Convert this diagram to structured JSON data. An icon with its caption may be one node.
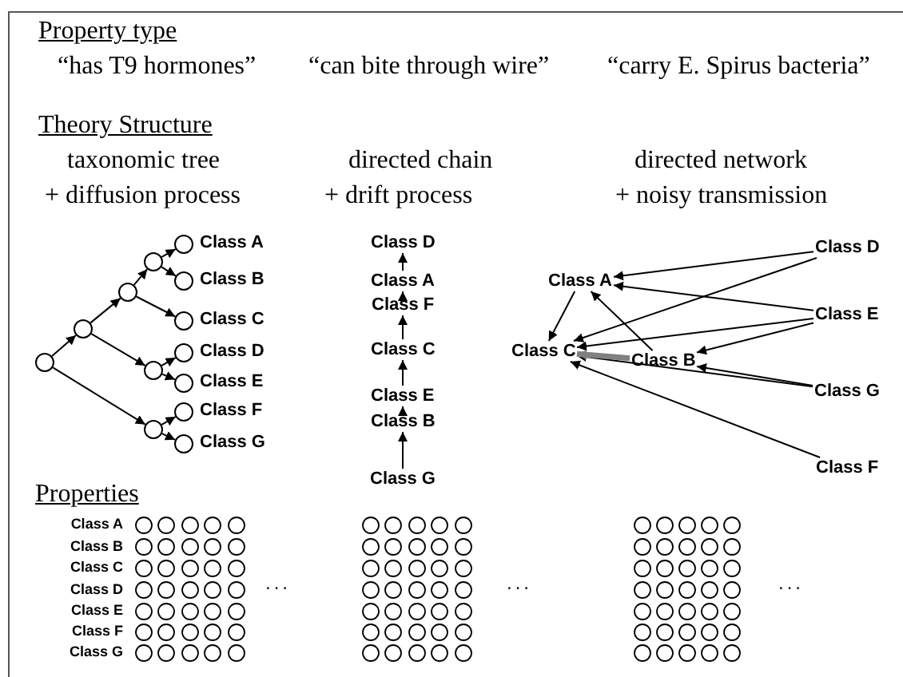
{
  "diagram": {
    "nodes": [
      {
        "text": [],
        "shape": "circle"
      },
      {
        "text": [],
        "shape": "circle"
      },
      {
        "text": [],
        "shape": "circle"
      },
      {
        "text": [],
        "shape": "circle"
      },
      {
        "text": [
          "Class A"
        ]
      },
      {
        "text": [
          "Class B"
        ]
      },
      {
        "text": [
          "Class C"
        ]
      },
      {
        "text": [],
        "shape": "circle"
      },
      {
        "text": [
          "Class D"
        ]
      },
      {
        "text": [
          "Class E"
        ]
      },
      {
        "text": [],
        "shape": "circle"
      },
      {
        "text": [
          "Class F"
        ]
      },
      {
        "text": [
          "Class G"
        ]
      },
      {
        "text": [
          "Class D"
        ]
      },
      {
        "text": [
          "Class A"
        ]
      },
      {
        "text": [
          "Class F"
        ]
      },
      {
        "text": [
          "Class C"
        ]
      },
      {
        "text": [
          "Class E"
        ]
      },
      {
        "text": [
          "Class B"
        ]
      },
      {
        "text": [
          "Class G"
        ]
      },
      {
        "text": [
          "Class D"
        ]
      },
      {
        "text": [
          "Class A"
        ]
      },
      {
        "text": [
          "Class E"
        ]
      },
      {
        "text": [
          "Class C"
        ]
      },
      {
        "text": [
          "Class B"
        ]
      },
      {
        "text": [
          "Class G"
        ]
      },
      {
        "text": [
          "Class F"
        ]
      }
    ],
    "edges": [
      {
        "from": 0,
        "to": 1,
        "arrow": "to"
      },
      {
        "from": 0,
        "to": 10,
        "arrow": "to"
      },
      {
        "from": 1,
        "to": 2,
        "arrow": "to"
      },
      {
        "from": 1,
        "to": 7,
        "arrow": "to"
      },
      {
        "from": 2,
        "to": 3,
        "arrow": "to"
      },
      {
        "from": 2,
        "to": 6,
        "arrow": "to"
      },
      {
        "from": 3,
        "to": 4,
        "arrow": "to"
      },
      {
        "from": 3,
        "to": 5,
        "arrow": "to"
      },
      {
        "from": 7,
        "to": 8,
        "arrow": "to"
      },
      {
        "from": 7,
        "to": 9,
        "arrow": "to"
      },
      {
        "from": 10,
        "to": 11,
        "arrow": "to"
      },
      {
        "from": 10,
        "to": 12,
        "arrow": "to"
      },
      {
        "from": 19,
        "to": 18,
        "arrow": "to"
      },
      {
        "from": 18,
        "to": 17,
        "arrow": "to"
      },
      {
        "from": 17,
        "to": 16,
        "arrow": "to"
      },
      {
        "from": 16,
        "to": 15,
        "arrow": "to"
      },
      {
        "from": 15,
        "to": 14,
        "arrow": "to"
      },
      {
        "from": 14,
        "to": 13,
        "arrow": "to"
      },
      {
        "from": 20,
        "to": 21,
        "arrow": "to"
      },
      {
        "from": 20,
        "to": 23,
        "arrow": "to"
      },
      {
        "from": 22,
        "to": 21,
        "arrow": "to"
      },
      {
        "from": 22,
        "to": 24,
        "arrow": "to"
      },
      {
        "from": 22,
        "to": 23,
        "arrow": "to"
      },
      {
        "from": 25,
        "to": 24,
        "arrow": "to"
      },
      {
        "from": 25,
        "to": 23,
        "arrow": "to"
      },
      {
        "from": 26,
        "to": 23,
        "arrow": "to"
      },
      {
        "from": 21,
        "to": 23,
        "arrow": "to"
      },
      {
        "from": 24,
        "to": 21,
        "arrow": "to"
      },
      {
        "from": 24,
        "to": 23,
        "arrow": "to",
        "style": "thick",
        "color": "#808080"
      }
    ],
    "labels": [
      "Property type",
      "“has T9 hormones”",
      "“can bite through wire”",
      "“carry E. Spirus bacteria”",
      "Theory Structure",
      "taxonomic tree",
      "directed chain",
      "directed network",
      "+ diffusion process",
      "+ drift process",
      "+ noisy transmission",
      "Properties",
      "Class A",
      "Class B",
      "Class C",
      "Class D",
      "Class E",
      "Class F",
      "Class G",
      "...",
      "...",
      "..."
    ]
  }
}
